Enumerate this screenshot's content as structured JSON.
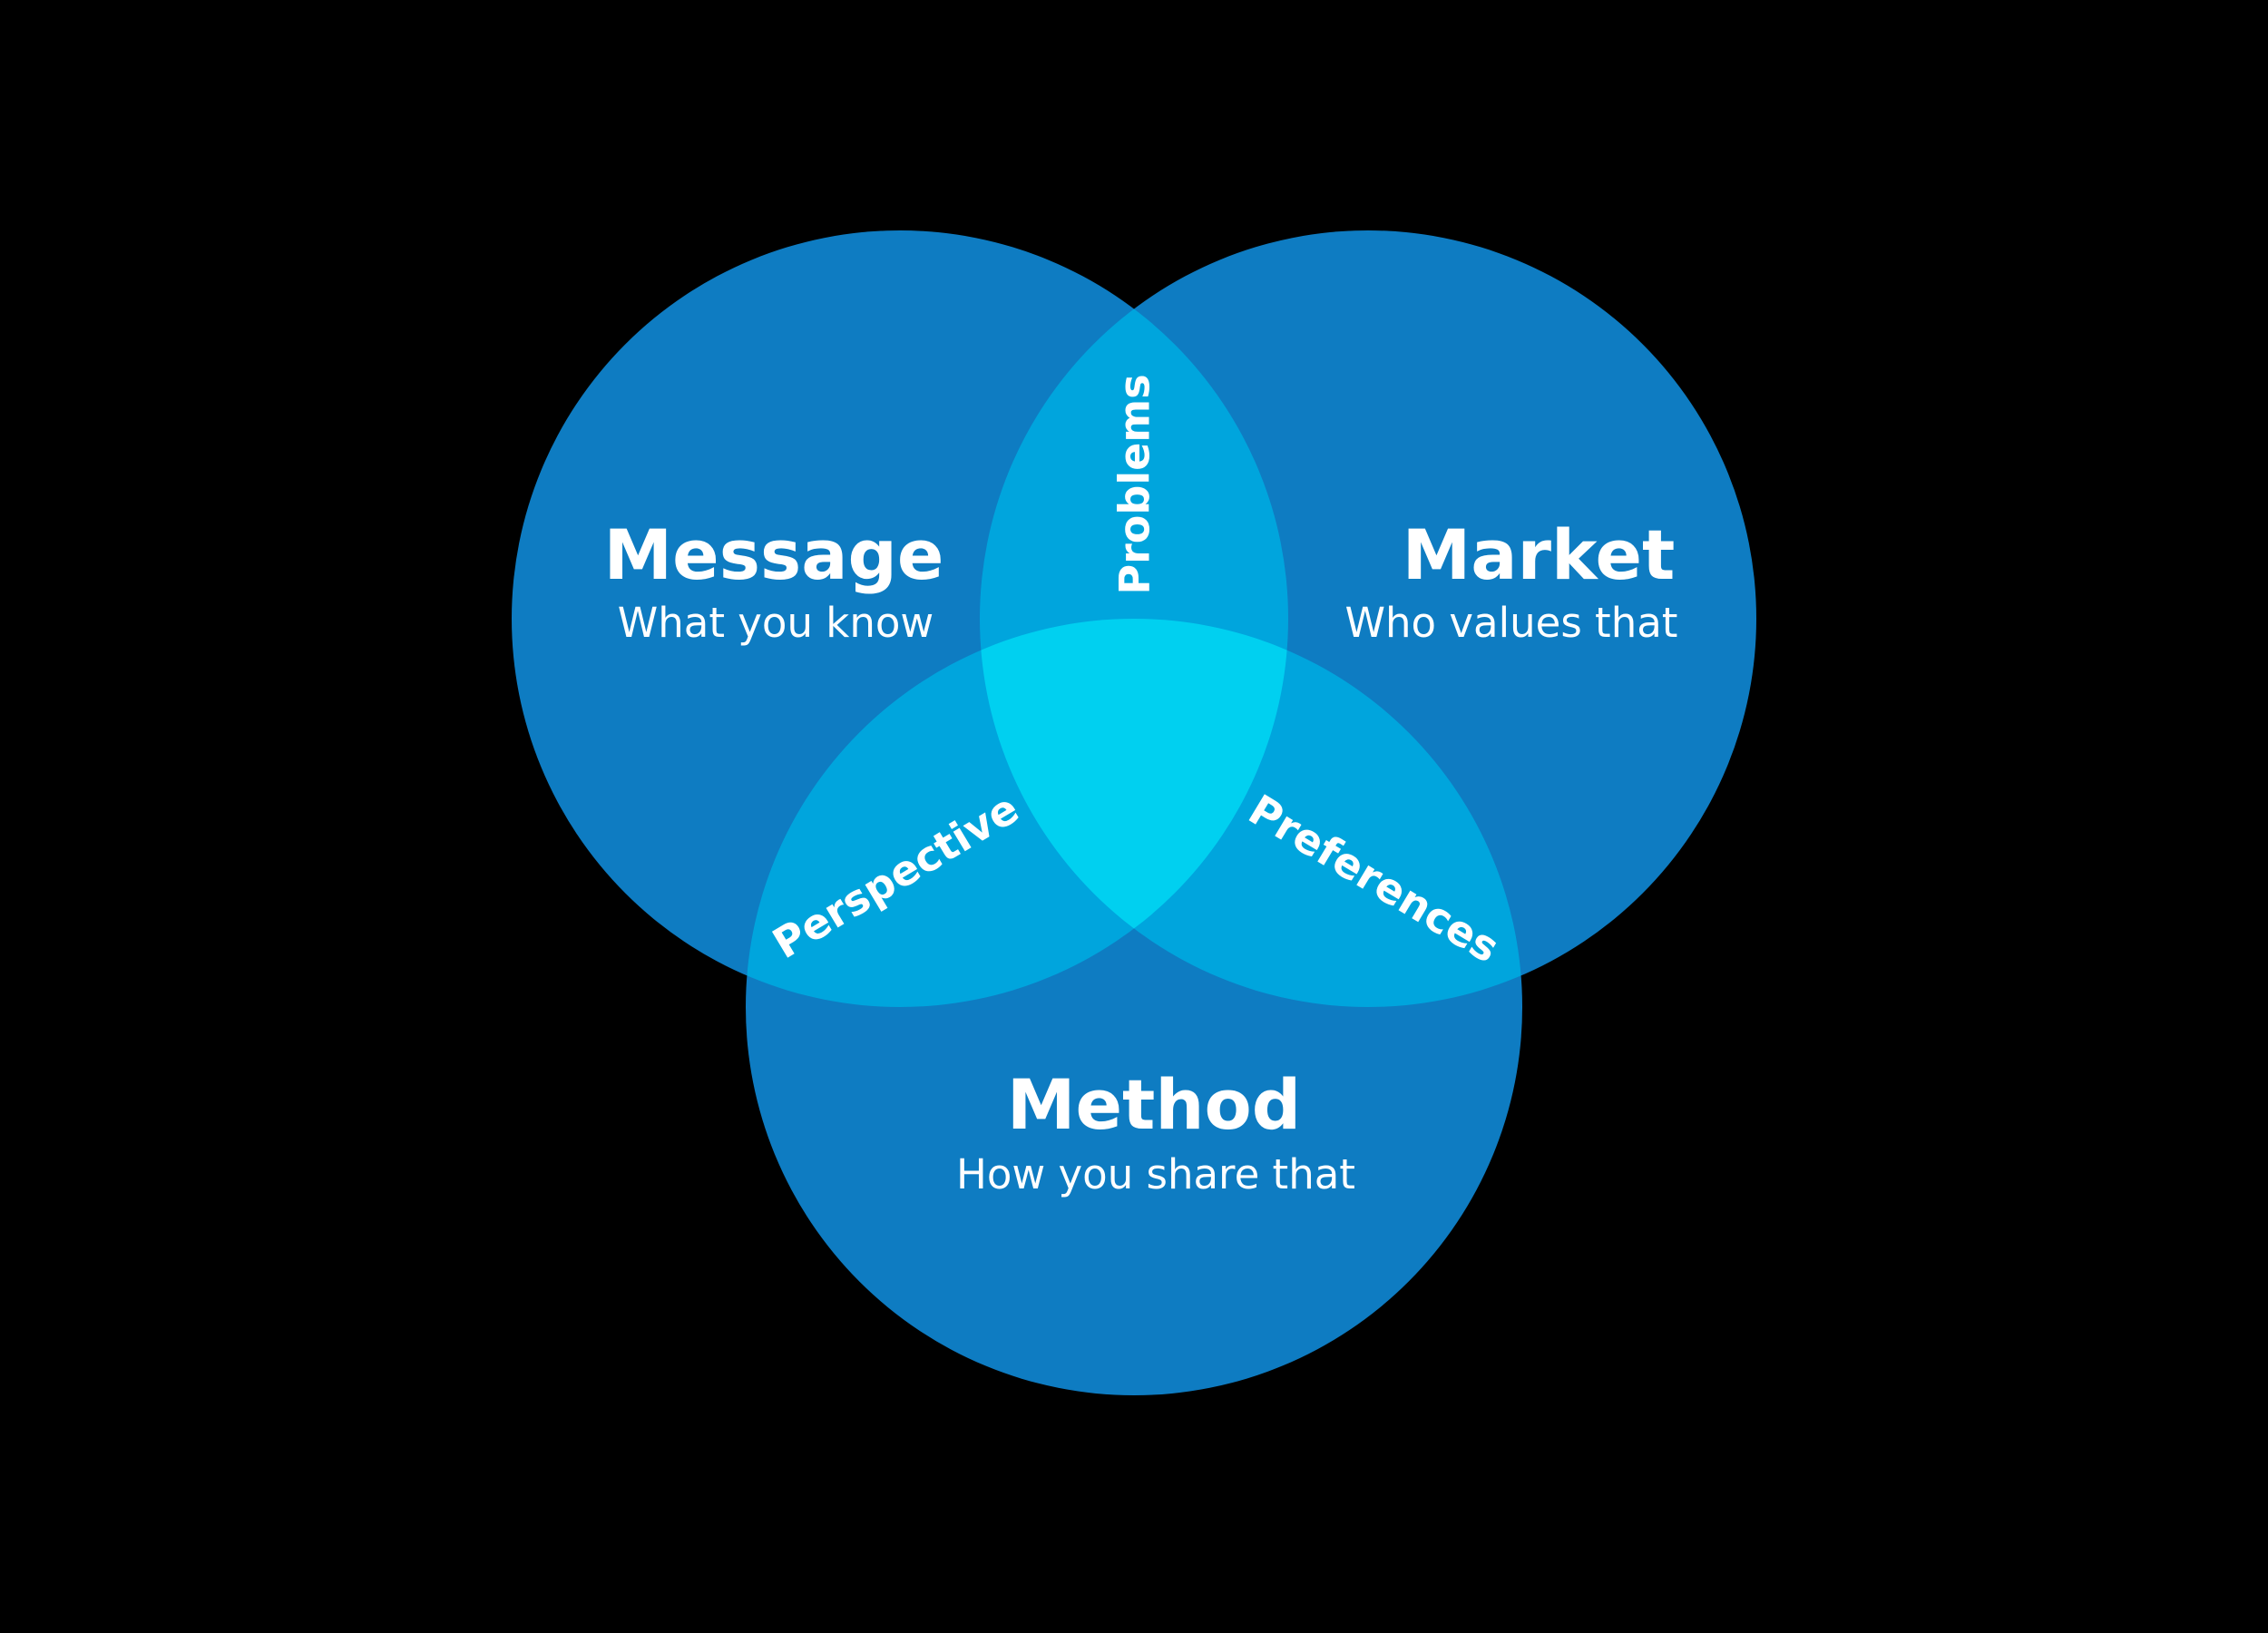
{
  "venn": {
    "background_color": "#000000",
    "text_color": "#ffffff",
    "colors": {
      "circle_fill": "#0E7CC2",
      "pair_overlap_fill": "#00A5DD",
      "center_overlap_fill": "#00D0F0"
    },
    "sets": [
      {
        "name": "Message",
        "description": "What you know"
      },
      {
        "name": "Market",
        "description": "Who values that"
      },
      {
        "name": "Method",
        "description": "How you share that"
      }
    ],
    "intersections": {
      "message_market": "Problems",
      "message_method": "Perspective",
      "market_method": "Preferences"
    }
  }
}
